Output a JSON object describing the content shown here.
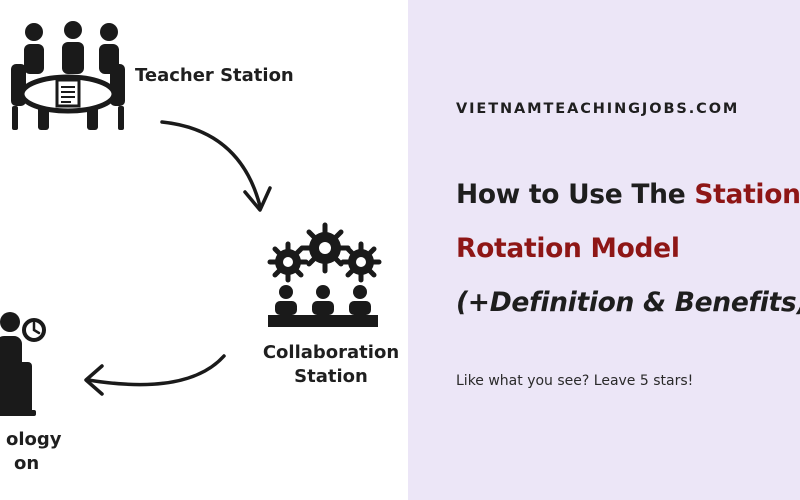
{
  "stations": {
    "teacher": "Teacher Station",
    "collab_line1": "Collaboration",
    "collab_line2": "Station",
    "tech_line1": "ology",
    "tech_line2": "on"
  },
  "site": "VIETNAMTEACHINGJOBS.COM",
  "headline": {
    "line1_a": "How to Use The ",
    "line1_b": "Station",
    "line2": "Rotation Model",
    "line3": "(+Definition & Benefits)"
  },
  "subtitle": "Like what you see? Leave 5 stars!",
  "colors": {
    "panel": "#ece6f7",
    "accent": "#8e1616",
    "text": "#1e1e1e"
  }
}
